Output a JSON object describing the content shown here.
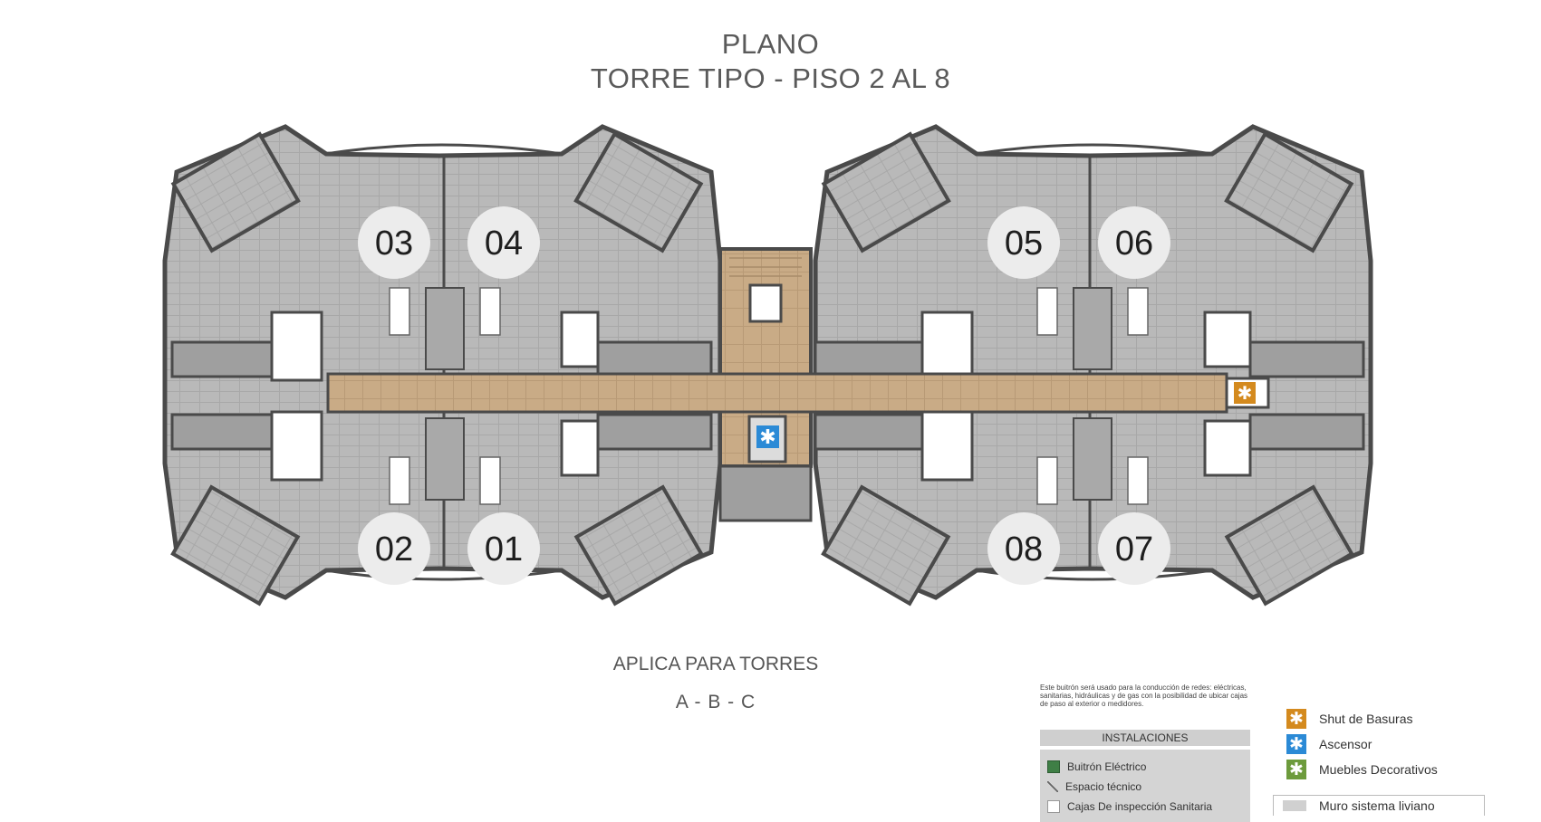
{
  "title": {
    "line1": "PLANO",
    "line2": "TORRE TIPO - PISO 2 AL 8"
  },
  "units": [
    "03",
    "04",
    "05",
    "06",
    "02",
    "01",
    "08",
    "07"
  ],
  "applica": {
    "label": "APLICA PARA TORRES",
    "torres": "A - B - C"
  },
  "note": "Este buitrón será usado para la conducción de redes: eléctricas, sanitarias, hidráulicas y de gas con la posibilidad de ubicar cajas de paso al exterior o medidores.",
  "instalaciones": {
    "header": "INSTALACIONES",
    "items": [
      {
        "label": "Buitrón Eléctrico",
        "icon": "green-square-icon",
        "color": "#3f7f46"
      },
      {
        "label": "Espacio técnico",
        "icon": "diagonal-line-icon"
      },
      {
        "label": "Cajas De inspección Sanitaria",
        "icon": "empty-square-icon"
      }
    ]
  },
  "legend": [
    {
      "label": "Shut de Basuras",
      "icon": "shut-basuras-icon",
      "color": "#d48a1e"
    },
    {
      "label": "Ascensor",
      "icon": "ascensor-icon",
      "color": "#2b8ad6"
    },
    {
      "label": "Muebles Decorativos",
      "icon": "muebles-icon",
      "color": "#6d9b3c"
    }
  ],
  "muro": {
    "label": "Muro sistema liviano",
    "color": "#d0d0d0"
  },
  "colors": {
    "floor": "#b9b9b9",
    "wall": "#4a4a4a",
    "corridor": "#c9ab86",
    "circle": "#ececec"
  }
}
